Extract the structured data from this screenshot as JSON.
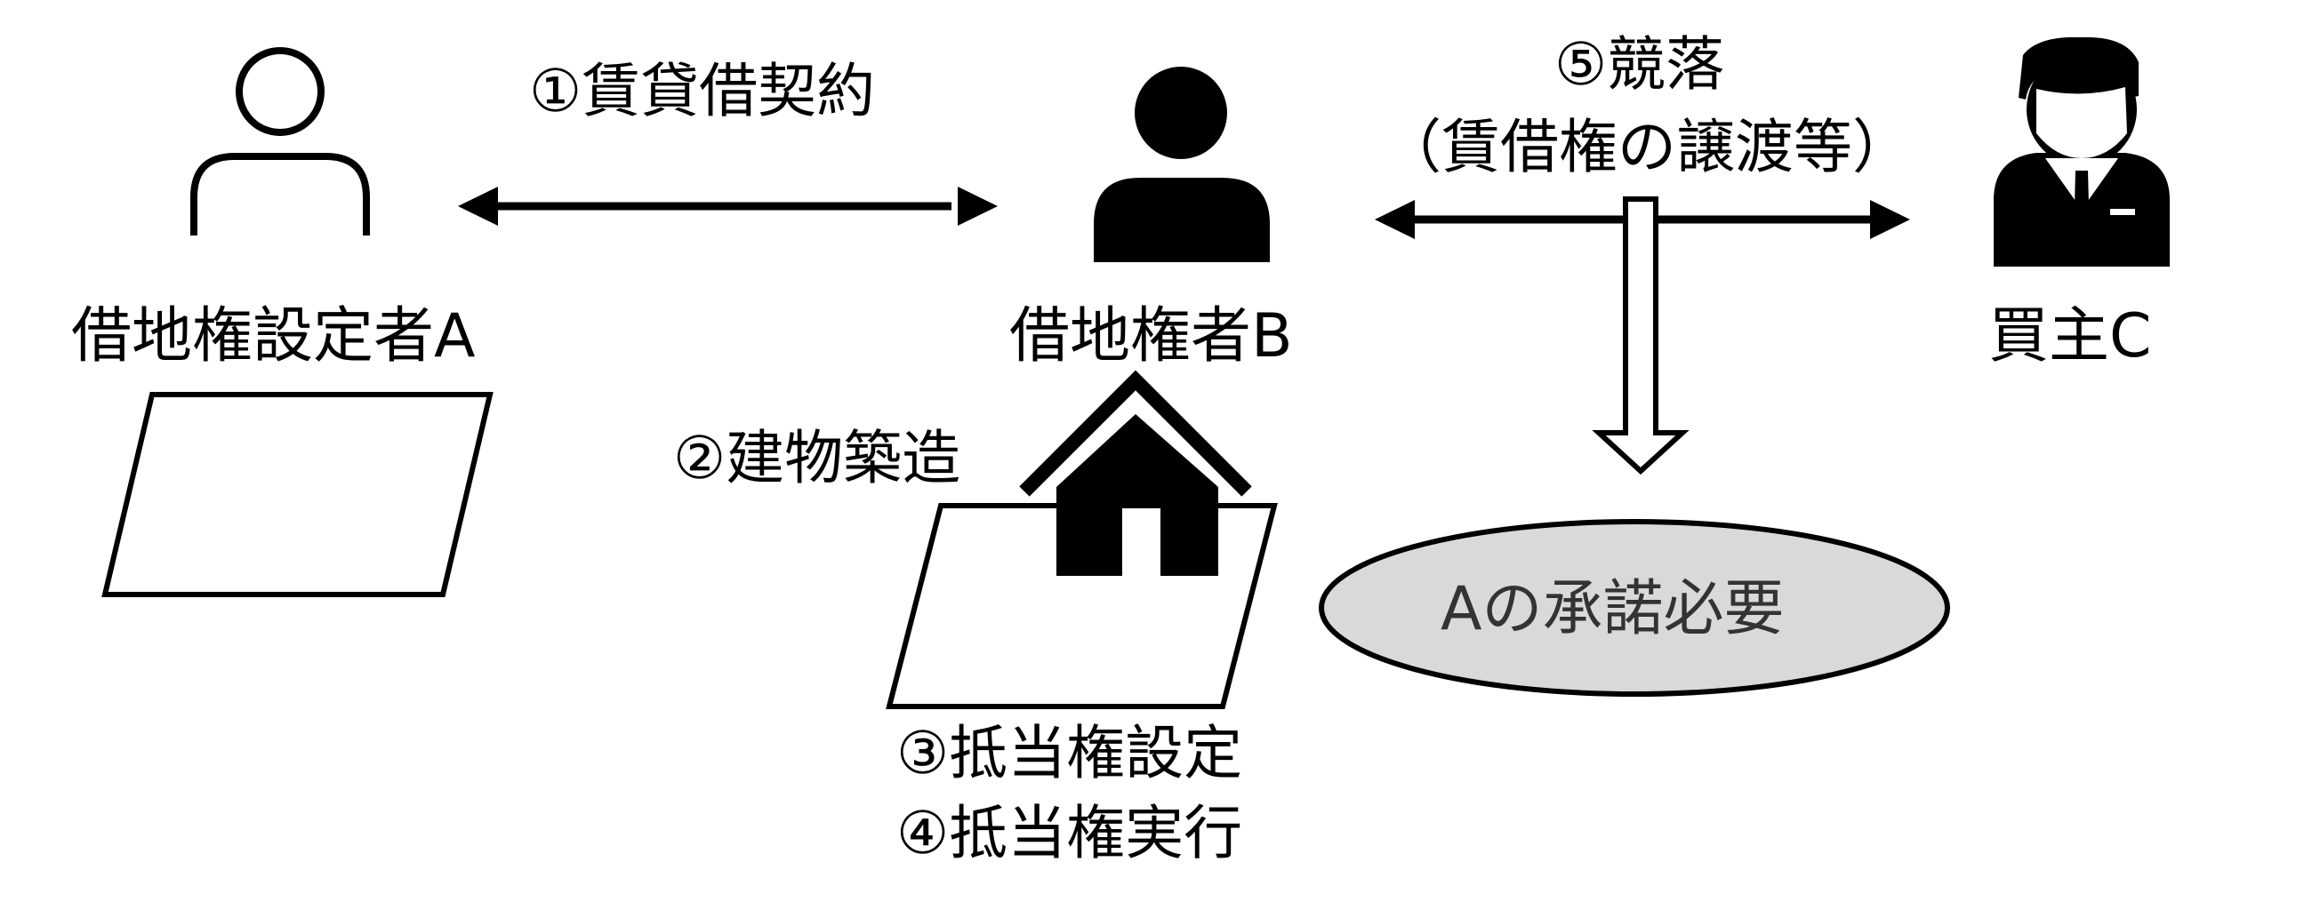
{
  "parties": {
    "a": {
      "label": "借地権設定者A",
      "icon": "person-outline-icon"
    },
    "b": {
      "label": "借地権者B",
      "icon": "person-solid-icon"
    },
    "c": {
      "label": "買主C",
      "icon": "businessman-icon"
    }
  },
  "steps": {
    "s1": "①賃貸借契約",
    "s2": "②建物築造",
    "s3": "③抵当権設定",
    "s4": "④抵当権実行",
    "s5_line1": "⑤競落",
    "s5_line2": "（賃借権の譲渡等）"
  },
  "consent": {
    "label": "Aの承諾必要",
    "fill": "#d9d9d9"
  },
  "colors": {
    "stroke": "#000000",
    "background": "#ffffff"
  }
}
